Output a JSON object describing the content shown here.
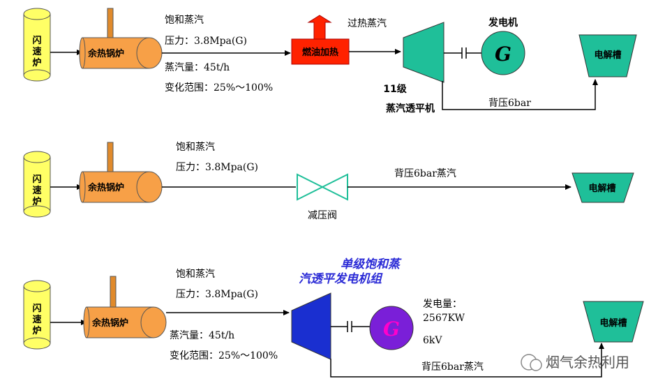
{
  "row1": {
    "flash_furnace": "闪速炉",
    "boiler": "余热锅炉",
    "steam_type": "饱和蒸汽",
    "pressure": "压力：3.8Mpa(G)",
    "steam_amount": "蒸汽量：45t/h",
    "range": "变化范围：25%～100%",
    "heater": "燃油加热",
    "superheated": "过热蒸汽",
    "generator_title": "发电机",
    "generator_symbol": "G",
    "turbine_stages": "11级",
    "turbine_name": "蒸汽透平机",
    "back_pressure": "背压6bar",
    "electrolyzer": "电解槽"
  },
  "row2": {
    "flash_furnace": "闪速炉",
    "boiler": "余热锅炉",
    "steam_type": "饱和蒸汽",
    "pressure": "压力：3.8Mpa(G)",
    "valve": "减压阀",
    "back_pressure": "背压6bar蒸汽",
    "electrolyzer": "电解槽"
  },
  "row3": {
    "flash_furnace": "闪速炉",
    "boiler": "余热锅炉",
    "steam_type": "饱和蒸汽",
    "pressure": "压力：3.8Mpa(G)",
    "steam_amount": "蒸汽量：45t/h",
    "range": "变化范围：25%～100%",
    "unit_title_1": "单级饱和蒸",
    "unit_title_2": "汽透平发电机组",
    "generator_symbol": "G",
    "output_label": "发电量：",
    "output_value": "2567KW",
    "voltage": "6kV",
    "back_pressure": "背压6bar蒸汽",
    "electrolyzer": "电解槽"
  },
  "watermark": "烟气余热利用",
  "colors": {
    "furnace": "#ffff66",
    "boiler": "#f7a047",
    "chimney": "#e08a2c",
    "heater": "#ff2200",
    "turbine_green": "#1fbf99",
    "turbine_blue": "#1a2fd0",
    "generator_purple": "#7a1fd8",
    "magenta": "#ff00cc",
    "title_blue": "#2b2bd6"
  }
}
